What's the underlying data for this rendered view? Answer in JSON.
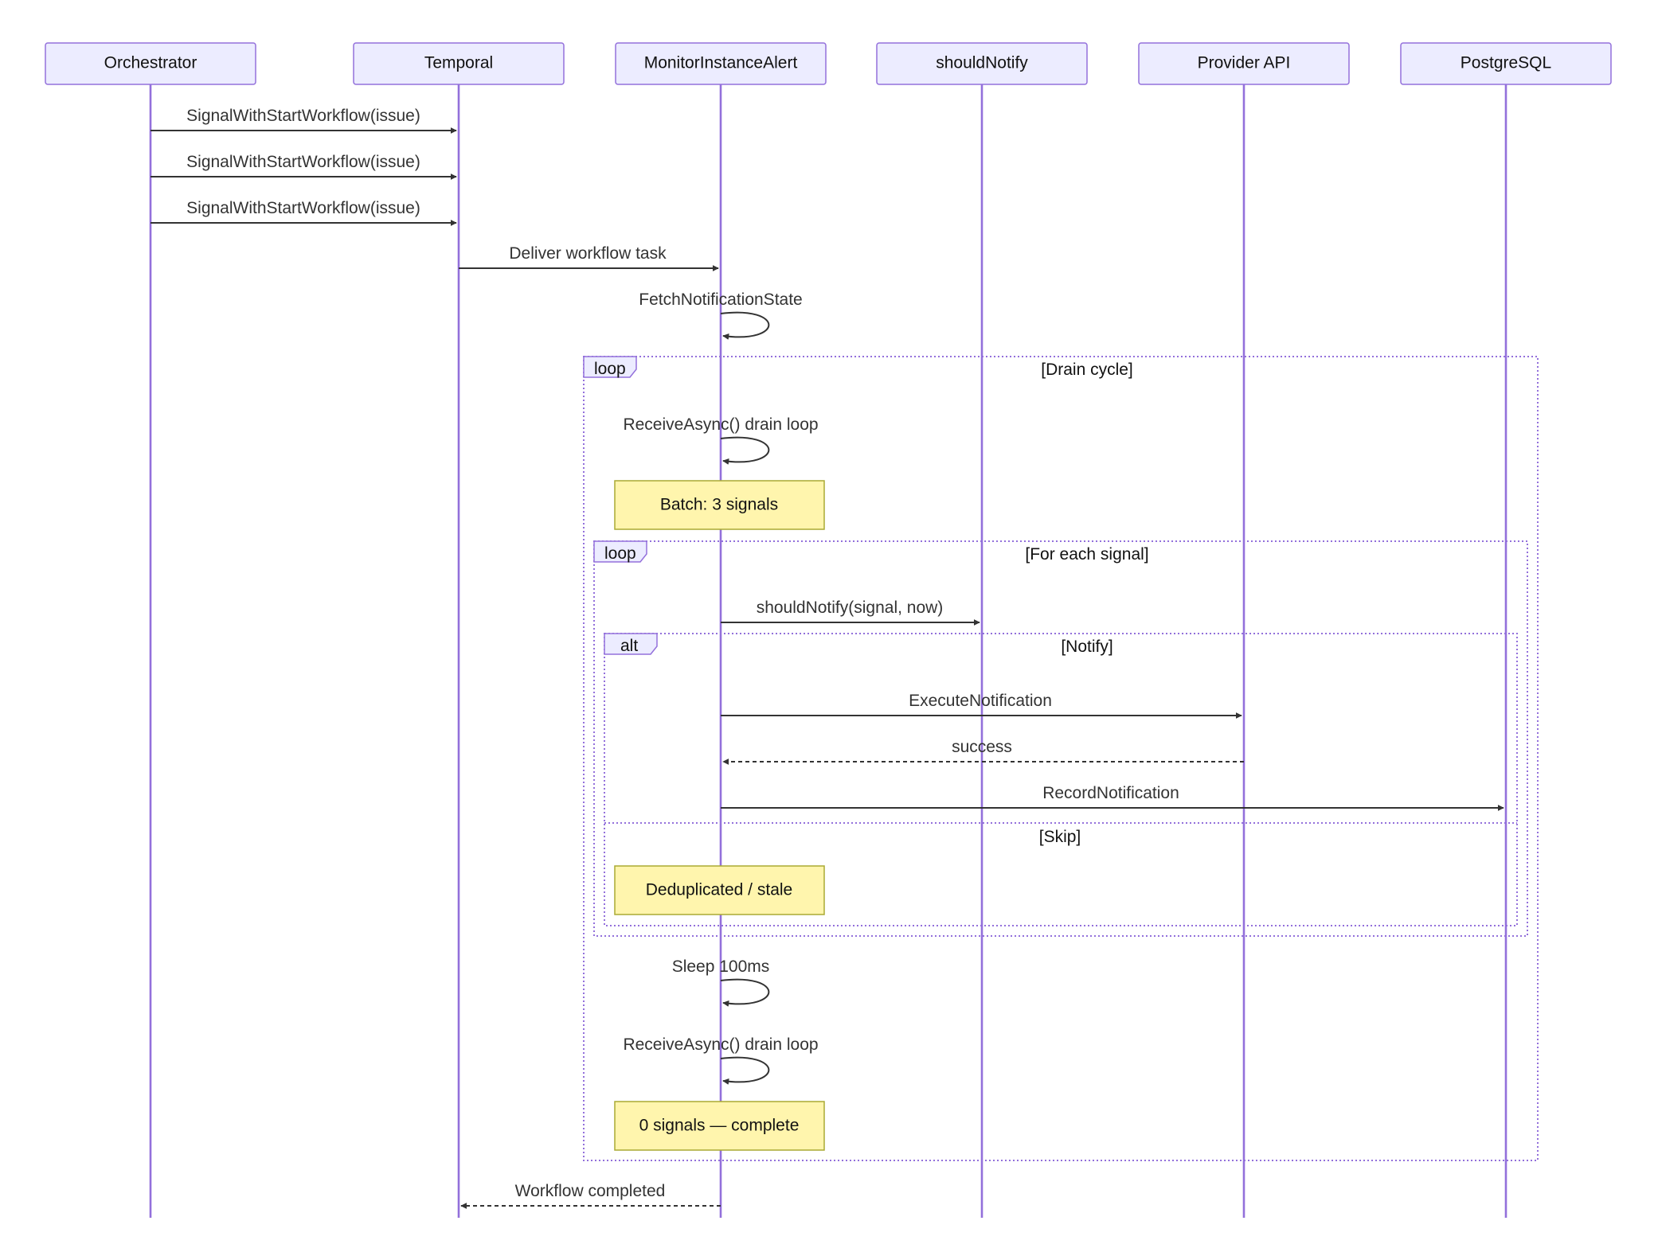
{
  "participants": [
    {
      "id": "orch",
      "label": "Orchestrator"
    },
    {
      "id": "temporal",
      "label": "Temporal"
    },
    {
      "id": "mia",
      "label": "MonitorInstanceAlert"
    },
    {
      "id": "sn",
      "label": "shouldNotify"
    },
    {
      "id": "api",
      "label": "Provider API"
    },
    {
      "id": "pg",
      "label": "PostgreSQL"
    }
  ],
  "messages": [
    {
      "from": "orch",
      "to": "temporal",
      "label": "SignalWithStartWorkflow(issue)",
      "style": "solid"
    },
    {
      "from": "orch",
      "to": "temporal",
      "label": "SignalWithStartWorkflow(issue)",
      "style": "solid"
    },
    {
      "from": "orch",
      "to": "temporal",
      "label": "SignalWithStartWorkflow(issue)",
      "style": "solid"
    },
    {
      "from": "temporal",
      "to": "mia",
      "label": "Deliver workflow task",
      "style": "solid"
    },
    {
      "from": "mia",
      "to": "mia",
      "label": "FetchNotificationState",
      "style": "solid"
    },
    {
      "from": "mia",
      "to": "mia",
      "label": "ReceiveAsync() drain loop",
      "style": "solid"
    },
    {
      "from": "mia",
      "to": "sn",
      "label": "shouldNotify(signal, now)",
      "style": "solid"
    },
    {
      "from": "mia",
      "to": "api",
      "label": "ExecuteNotification",
      "style": "solid"
    },
    {
      "from": "api",
      "to": "mia",
      "label": "success",
      "style": "dashed"
    },
    {
      "from": "mia",
      "to": "pg",
      "label": "RecordNotification",
      "style": "solid"
    },
    {
      "from": "mia",
      "to": "mia",
      "label": "Sleep 100ms",
      "style": "solid"
    },
    {
      "from": "mia",
      "to": "mia",
      "label": "ReceiveAsync() drain loop",
      "style": "solid"
    },
    {
      "from": "mia",
      "to": "temporal",
      "label": "Workflow completed",
      "style": "dashed"
    }
  ],
  "notes": [
    {
      "over": "mia",
      "text": "Batch: 3 signals"
    },
    {
      "over": "mia",
      "text": "Deduplicated / stale"
    },
    {
      "over": "mia",
      "text": "0 signals — complete"
    }
  ],
  "frames": [
    {
      "kind": "loop",
      "condition": "[Drain cycle]"
    },
    {
      "kind": "loop",
      "condition": "[For each signal]"
    },
    {
      "kind": "alt",
      "condition": "[Notify]",
      "else_condition": "[Skip]"
    }
  ]
}
